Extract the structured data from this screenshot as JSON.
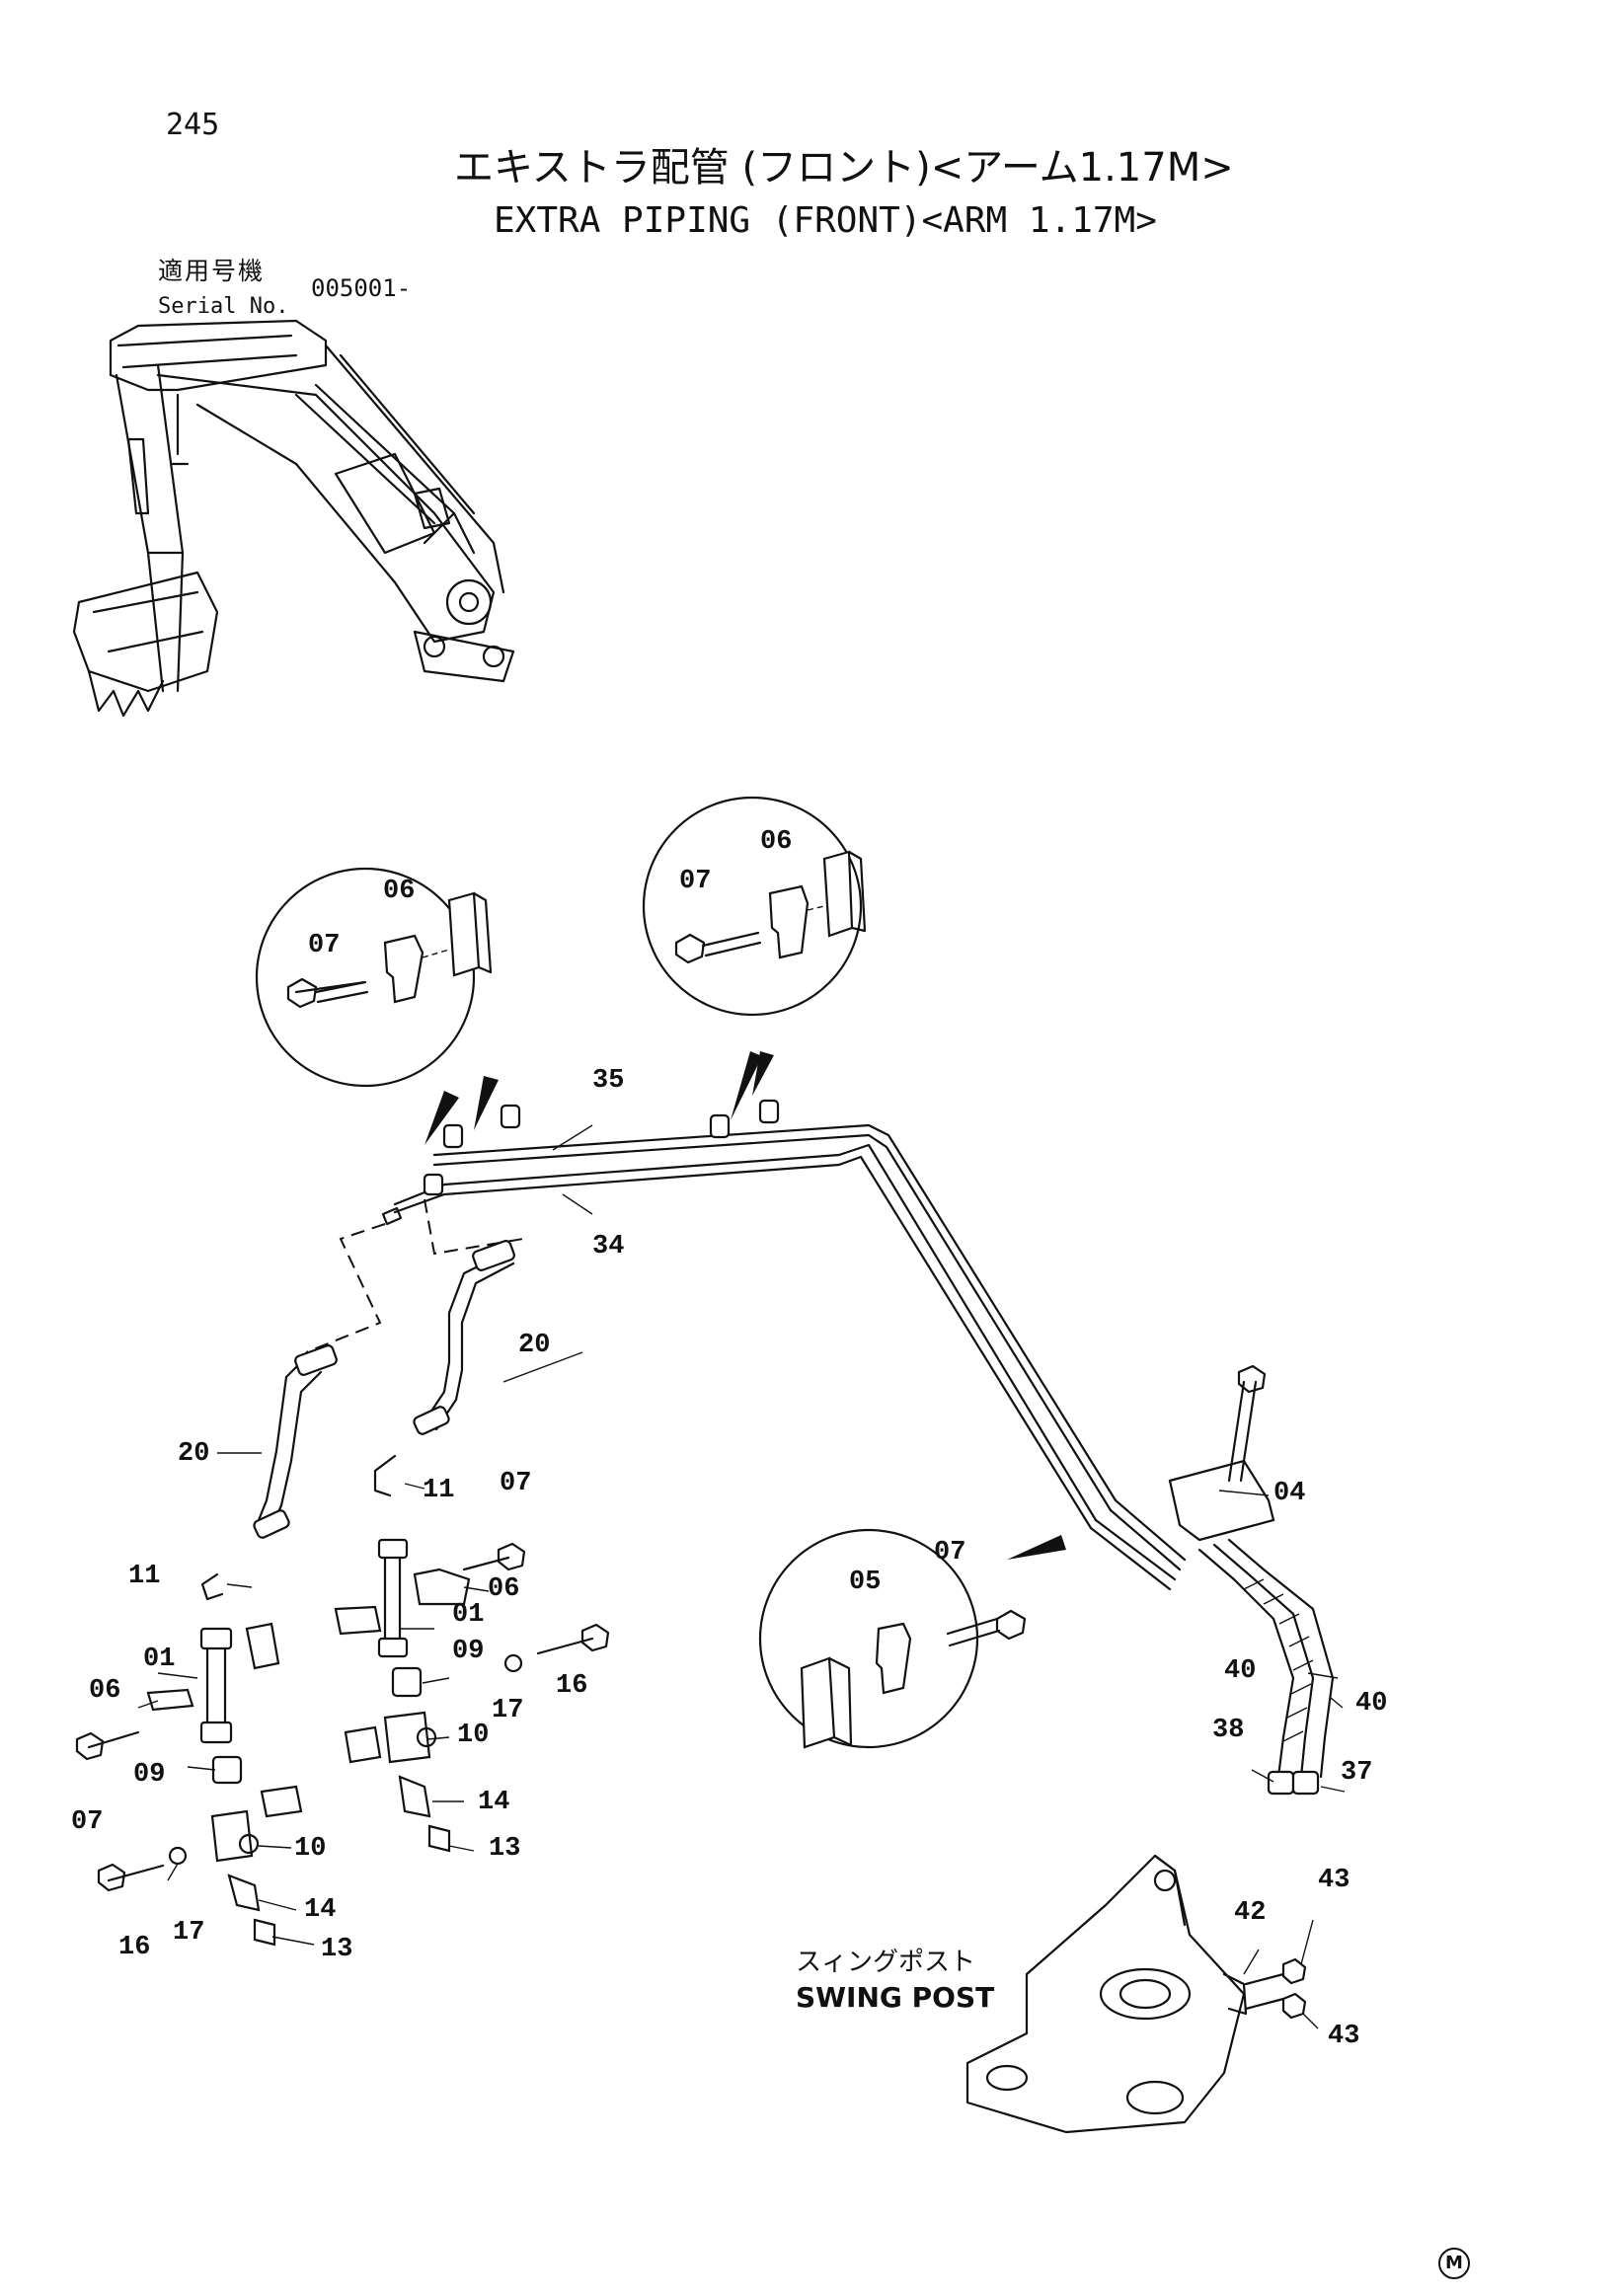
{
  "header": {
    "page_number": "245",
    "title_jp": "エキストラ配管 (フロント)<アーム1.17M>",
    "title_en": "EXTRA PIPING (FRONT)<ARM 1.17M>",
    "serial_label_jp": "適用号機",
    "serial_label_en": "Serial No.",
    "serial_value": "005001-"
  },
  "swing_post": {
    "label_jp": "スィングポスト",
    "label_en": "SWING POST"
  },
  "corner_mark": "M",
  "callouts": [
    {
      "id": "c-07-a",
      "text": "07"
    },
    {
      "id": "c-06-a",
      "text": "06"
    },
    {
      "id": "c-07-b",
      "text": "07"
    },
    {
      "id": "c-06-b",
      "text": "06"
    },
    {
      "id": "c-35",
      "text": "35"
    },
    {
      "id": "c-34",
      "text": "34"
    },
    {
      "id": "c-20-a",
      "text": "20"
    },
    {
      "id": "c-20-b",
      "text": "20"
    },
    {
      "id": "c-11-a",
      "text": "11"
    },
    {
      "id": "c-11-b",
      "text": "11"
    },
    {
      "id": "c-07-c",
      "text": "07"
    },
    {
      "id": "c-06-c",
      "text": "06"
    },
    {
      "id": "c-01-a",
      "text": "01"
    },
    {
      "id": "c-09-a",
      "text": "09"
    },
    {
      "id": "c-16-a",
      "text": "16"
    },
    {
      "id": "c-17-a",
      "text": "17"
    },
    {
      "id": "c-10-a",
      "text": "10"
    },
    {
      "id": "c-14-a",
      "text": "14"
    },
    {
      "id": "c-13-a",
      "text": "13"
    },
    {
      "id": "c-01-b",
      "text": "01"
    },
    {
      "id": "c-06-d",
      "text": "06"
    },
    {
      "id": "c-07-d",
      "text": "07"
    },
    {
      "id": "c-09-b",
      "text": "09"
    },
    {
      "id": "c-10-b",
      "text": "10"
    },
    {
      "id": "c-16-b",
      "text": "16"
    },
    {
      "id": "c-17-b",
      "text": "17"
    },
    {
      "id": "c-14-b",
      "text": "14"
    },
    {
      "id": "c-13-b",
      "text": "13"
    },
    {
      "id": "c-04",
      "text": "04"
    },
    {
      "id": "c-05",
      "text": "05"
    },
    {
      "id": "c-07-e",
      "text": "07"
    },
    {
      "id": "c-40-a",
      "text": "40"
    },
    {
      "id": "c-40-b",
      "text": "40"
    },
    {
      "id": "c-38",
      "text": "38"
    },
    {
      "id": "c-37",
      "text": "37"
    },
    {
      "id": "c-42",
      "text": "42"
    },
    {
      "id": "c-43-a",
      "text": "43"
    },
    {
      "id": "c-43-b",
      "text": "43"
    }
  ]
}
